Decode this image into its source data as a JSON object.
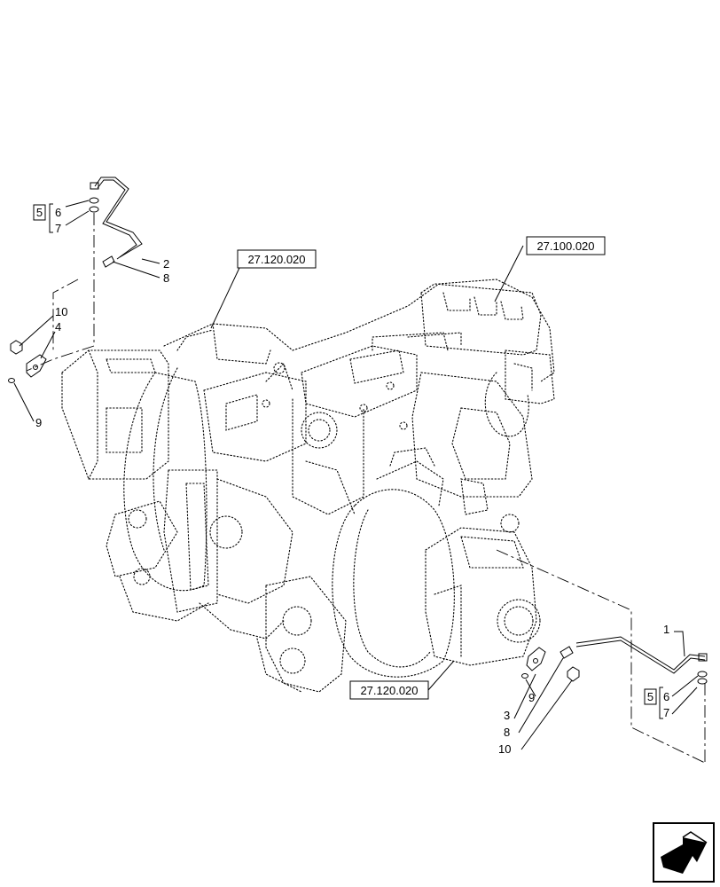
{
  "references": {
    "ref_left": "27.120.020",
    "ref_right": "27.100.020",
    "ref_bottom": "27.120.020"
  },
  "callouts": {
    "left_group": {
      "kit": "5",
      "a": "6",
      "b": "7"
    },
    "left_pipe": "2",
    "left_fitting": "8",
    "left_nut": "10",
    "left_bracket": "4",
    "left_screw": "9",
    "right_pipe": "1",
    "right_group": {
      "kit": "5",
      "a": "6",
      "b": "7"
    },
    "right_screw": "9",
    "right_bracket": "3",
    "right_fitting": "8",
    "right_nut": "10"
  },
  "icons": {
    "navigation": "next-page-arrow-icon"
  }
}
